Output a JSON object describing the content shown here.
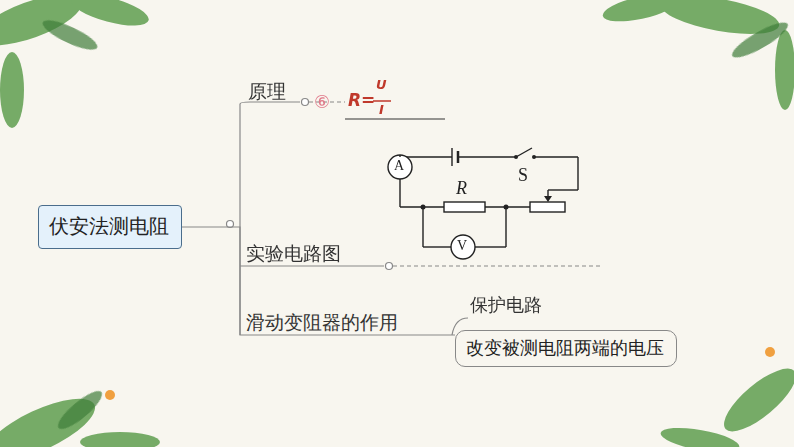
{
  "diagram": {
    "nodes": [
      {
        "text": [
          "伏安法测电阻"
        ]
      },
      {
        "text": [
          "改变被测电阻两端的电压"
        ]
      }
    ],
    "edges": [
      {
        "from": 0,
        "to": 1,
        "arrow": "none",
        "label": "滑动变阻器的作用"
      }
    ],
    "labels": [
      "原理",
      "⑥",
      "R=",
      "U",
      "I",
      "A",
      "S",
      "R",
      "V",
      "实验电路图",
      "保护电路"
    ]
  }
}
